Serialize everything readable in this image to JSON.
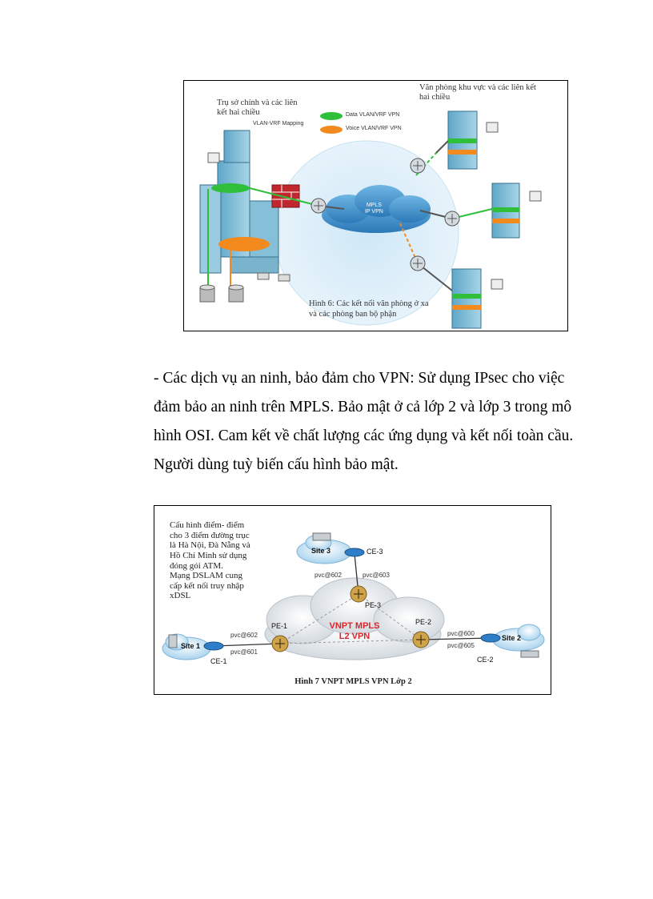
{
  "figure6": {
    "hq_label_lines": [
      "Trụ sở chính và các liên",
      "kết hai chiều"
    ],
    "mapping_label": "VLAN-VRF Mapping",
    "legend": [
      {
        "label": "Data VLAN/VRF VPN",
        "color": "#2fbf3a"
      },
      {
        "label": "Voice VLAN/VRF VPN",
        "color": "#f28a1e"
      }
    ],
    "regional_label_lines": [
      "Văn phòng khu vực và các liên kết",
      "hai chiều"
    ],
    "cloud_label_lines": [
      "MPLS",
      "IP VPN"
    ],
    "caption_lines": [
      "Hình 6: Các kết nối văn phòng ở xa",
      "và các phòng ban bộ phận"
    ]
  },
  "paragraph": {
    "lines": [
      "- Các dịch vụ an ninh, bảo đảm cho VPN: Sử dụng IPsec cho việc",
      "đảm bảo an ninh trên MPLS. Bảo mật ở cả lớp 2 và lớp 3 trong mô",
      "hình OSI. Cam kết về chất lượng các ứng dụng và kết nối toàn cầu.",
      "Người dùng tuỳ biến cấu hình bảo mật."
    ]
  },
  "figure7": {
    "description_lines": [
      "Cấu hình điểm- điểm",
      "cho 3 điểm đường trục",
      "là Hà Nội, Đà Nẵng và",
      "Hồ Chí Minh sử dụng",
      "đóng gói ATM.",
      "Mạng DSLAM cung",
      "cấp kết nối truy nhập",
      "xDSL"
    ],
    "site1": "Site 1",
    "site2": "Site 2",
    "site3": "Site 3",
    "ce1": "CE-1",
    "ce2": "CE-2",
    "ce3": "CE-3",
    "pe1": "PE-1",
    "pe2": "PE-2",
    "pe3": "PE-3",
    "pvc_602_left": "pvc@602",
    "pvc_601": "pvc@601",
    "pvc_602_top": "pvc@602",
    "pvc_603": "pvc@603",
    "pvc_600": "pvc@600",
    "pvc_605": "pvc@605",
    "cloud_title_lines": [
      "VNPT MPLS",
      "L2 VPN"
    ],
    "caption": "Hình 7 VNPT MPLS VPN Lớp 2",
    "cloud_title_color": "#d8262b"
  }
}
